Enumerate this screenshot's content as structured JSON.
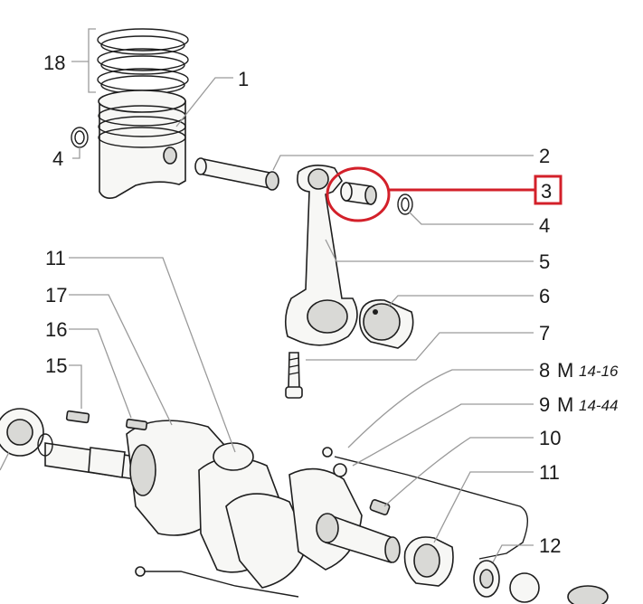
{
  "labels": {
    "l18": "18",
    "l1": "1",
    "l4a": "4",
    "l2": "2",
    "l3": "3",
    "l4b": "4",
    "l5": "5",
    "l6": "6",
    "l7": "7",
    "l8": "8",
    "l8m": "M",
    "l8r": "14-16",
    "l9": "9",
    "l9m": "M",
    "l9r": "14-44",
    "l10": "10",
    "l11a": "11",
    "l11b": "11",
    "l12": "12",
    "l15": "15",
    "l16": "16",
    "l17": "17"
  },
  "colors": {
    "highlight": "#d3202a",
    "ink": "#1e1e1e",
    "leader": "#9a9a9a"
  }
}
